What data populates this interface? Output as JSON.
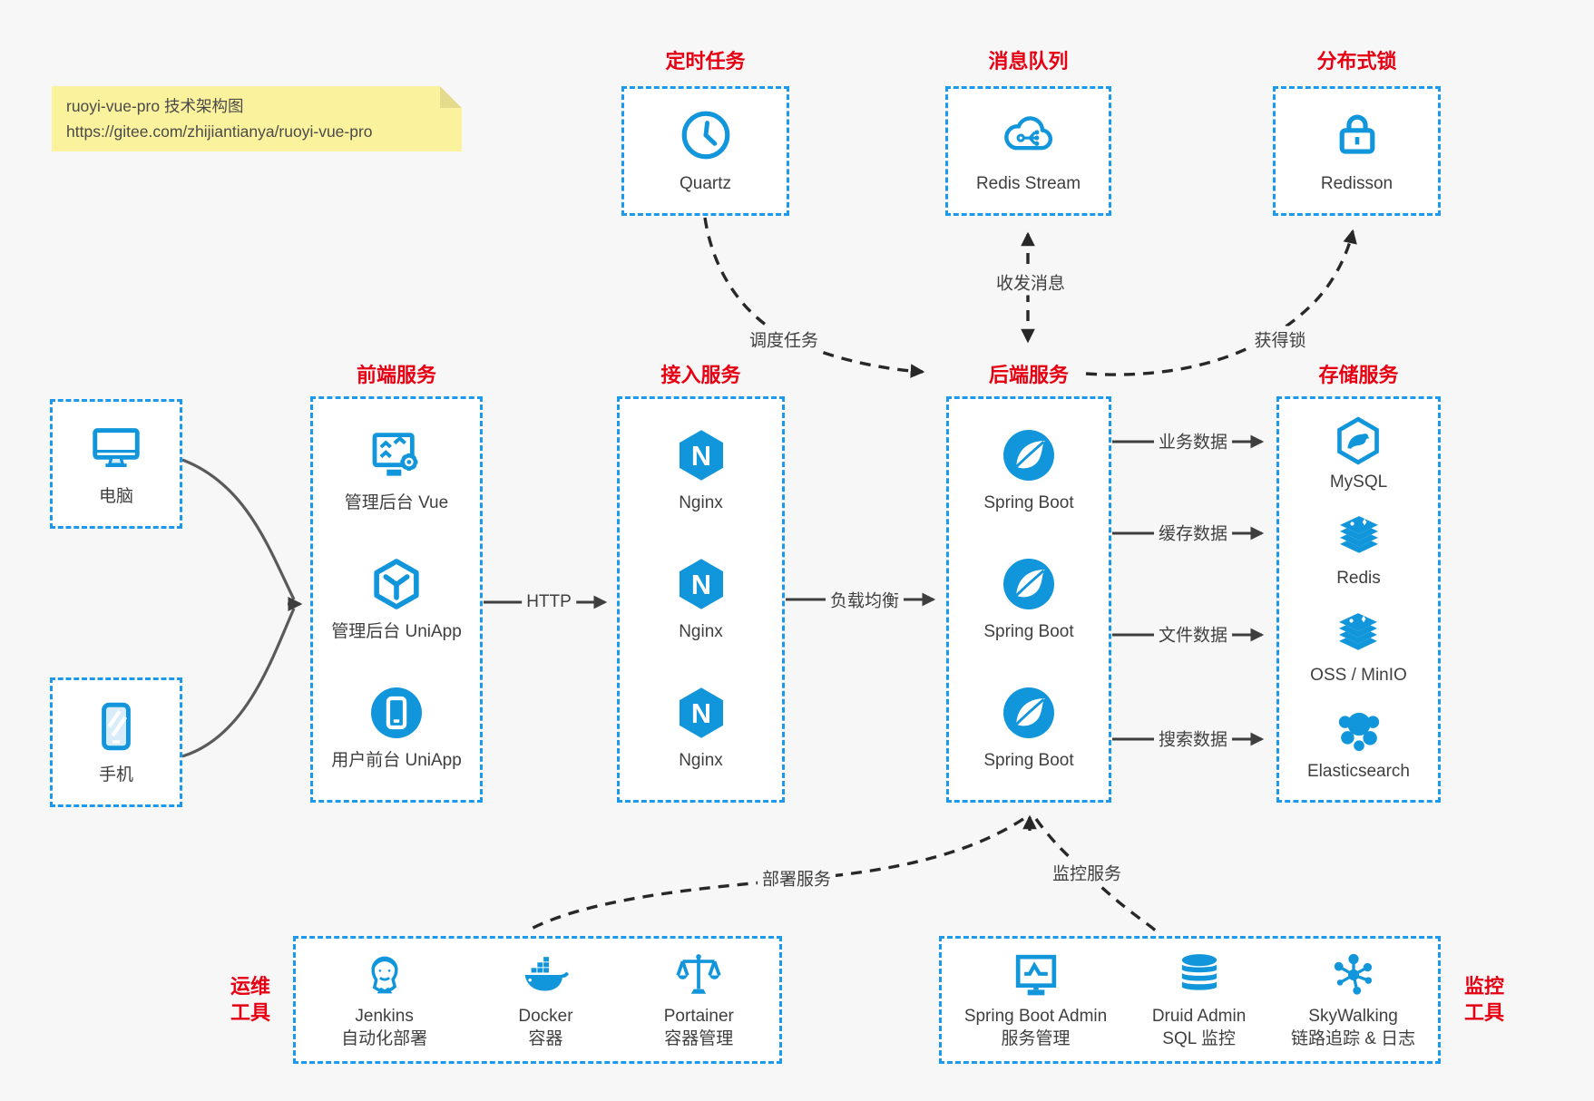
{
  "note": {
    "line1": "ruoyi-vue-pro 技术架构图",
    "line2": "https://gitee.com/zhijiantianya/ruoyi-vue-pro"
  },
  "colors": {
    "border_blue": "#1b99ee",
    "icon_blue": "#1296db",
    "title_red": "#e60012",
    "label_gray": "#3f3f3f",
    "note_yellow": "#fbf29e",
    "background": "#f7f7f8"
  },
  "top_groups": [
    {
      "title": "定时任务",
      "item": {
        "label": "Quartz",
        "icon": "clock-icon"
      }
    },
    {
      "title": "消息队列",
      "item": {
        "label": "Redis Stream",
        "icon": "cloud-stream-icon"
      }
    },
    {
      "title": "分布式锁",
      "item": {
        "label": "Redisson",
        "icon": "lock-icon"
      }
    }
  ],
  "clients": [
    {
      "label": "电脑",
      "icon": "desktop-icon"
    },
    {
      "label": "手机",
      "icon": "phone-icon"
    }
  ],
  "columns": {
    "frontend": {
      "title": "前端服务",
      "items": [
        {
          "label": "管理后台 Vue"
        },
        {
          "label": "管理后台 UniApp"
        },
        {
          "label": "用户前台 UniApp"
        }
      ]
    },
    "access": {
      "title": "接入服务",
      "items": [
        {
          "label": "Nginx"
        },
        {
          "label": "Nginx"
        },
        {
          "label": "Nginx"
        }
      ]
    },
    "backend": {
      "title": "后端服务",
      "items": [
        {
          "label": "Spring Boot"
        },
        {
          "label": "Spring Boot"
        },
        {
          "label": "Spring Boot"
        }
      ]
    },
    "storage": {
      "title": "存储服务",
      "items": [
        {
          "label": "MySQL"
        },
        {
          "label": "Redis"
        },
        {
          "label": "OSS / MinIO"
        },
        {
          "label": "Elasticsearch"
        }
      ]
    }
  },
  "edges": {
    "http": "HTTP",
    "load_balance": "负载均衡",
    "schedule": "调度任务",
    "message": "收发消息",
    "lock": "获得锁",
    "business_data": "业务数据",
    "cache_data": "缓存数据",
    "file_data": "文件数据",
    "search_data": "搜索数据",
    "deploy": "部署服务",
    "monitor": "监控服务"
  },
  "bottom_groups": [
    {
      "title_line1": "运维",
      "title_line2": "工具",
      "items": [
        {
          "label": "Jenkins",
          "sub": "自动化部署"
        },
        {
          "label": "Docker",
          "sub": "容器"
        },
        {
          "label": "Portainer",
          "sub": "容器管理"
        }
      ]
    },
    {
      "title_line1": "监控",
      "title_line2": "工具",
      "items": [
        {
          "label": "Spring Boot Admin",
          "sub": "服务管理"
        },
        {
          "label": "Druid Admin",
          "sub": "SQL 监控"
        },
        {
          "label": "SkyWalking",
          "sub": "链路追踪 & 日志"
        }
      ]
    }
  ]
}
